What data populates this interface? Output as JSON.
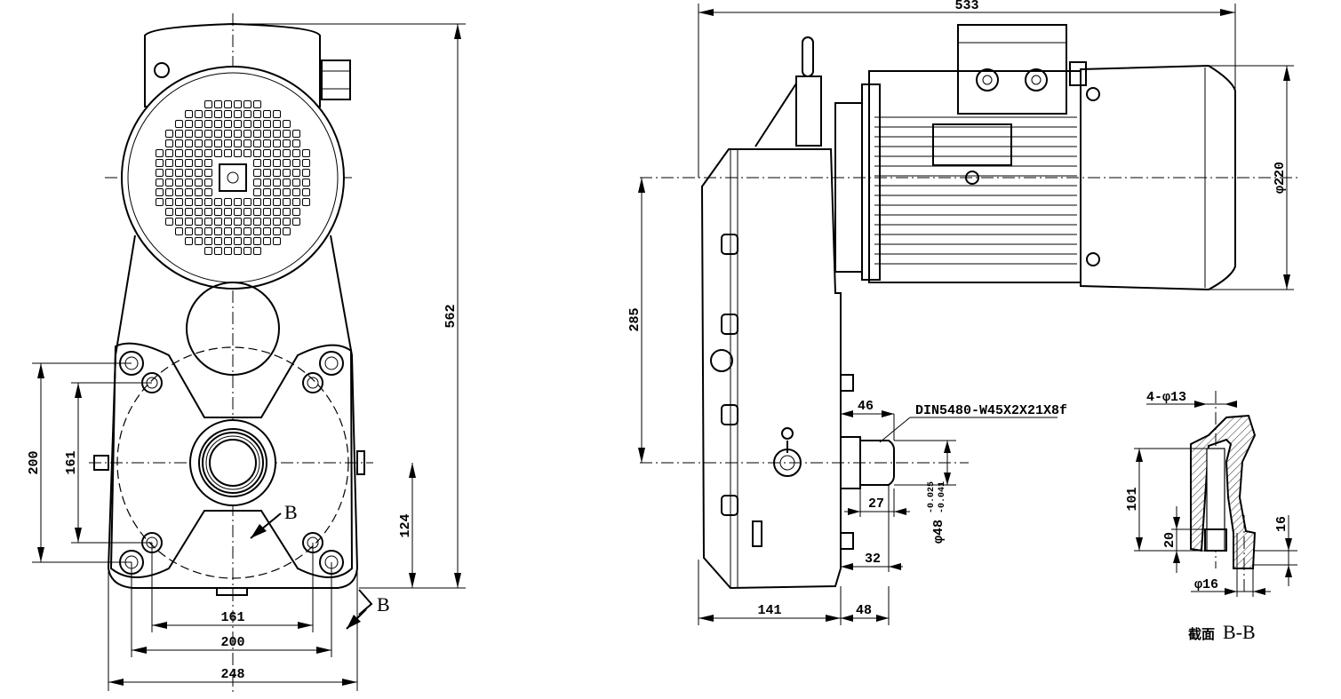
{
  "front_view": {
    "dims": {
      "overall_height": "562",
      "flange_height": "200",
      "bolt_v": "161",
      "axis_height": "124",
      "bolt_h": "161",
      "flange_width": "200",
      "overall_width": "248"
    },
    "section_mark_top": "B",
    "section_mark_bottom": "B"
  },
  "side_view": {
    "dims": {
      "overall_length": "533",
      "motor_dia": "φ220",
      "motor_axis_height": "285",
      "shaft_offset": "46",
      "spline_spec": "DIN5480-W45X2X21X8f",
      "shaft_len": "27",
      "shaft_dia": "φ48",
      "shaft_tol_upper": "-0.025",
      "shaft_tol_lower": "-0.041",
      "stud_len": "32",
      "body_depth": "141",
      "shaft_base": "48"
    }
  },
  "section": {
    "holes": "4-φ13",
    "dim_101": "101",
    "dim_20": "20",
    "dim_16": "16",
    "dia_16": "φ16",
    "title_cn": "截面",
    "title": "B-B"
  }
}
